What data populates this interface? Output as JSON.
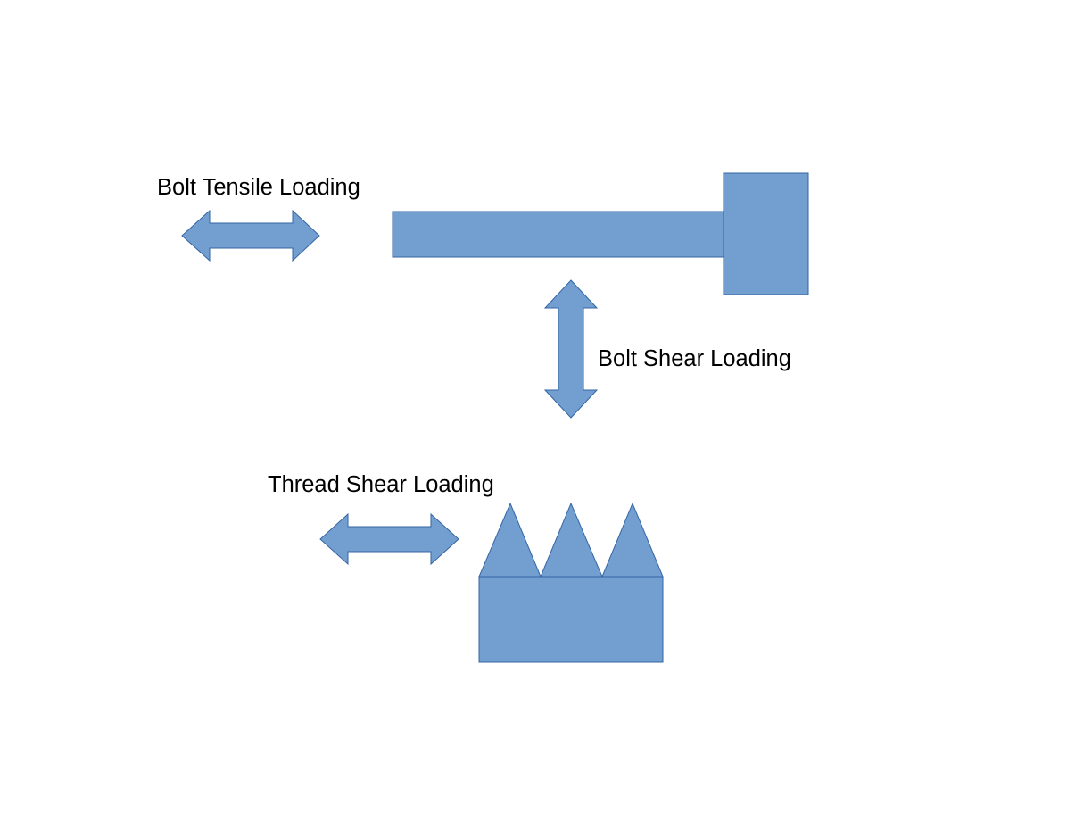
{
  "labels": {
    "bolt_tensile": "Bolt Tensile Loading",
    "bolt_shear": "Bolt Shear Loading",
    "thread_shear": "Thread Shear Loading"
  },
  "colors": {
    "fill": "#729fcf",
    "stroke": "#3465a4",
    "text": "#000000",
    "background": "#ffffff"
  },
  "icons": {
    "tensile_arrow": "double-arrow-horizontal",
    "bolt_shear_arrow": "double-arrow-vertical",
    "thread_shear_arrow": "double-arrow-horizontal"
  }
}
